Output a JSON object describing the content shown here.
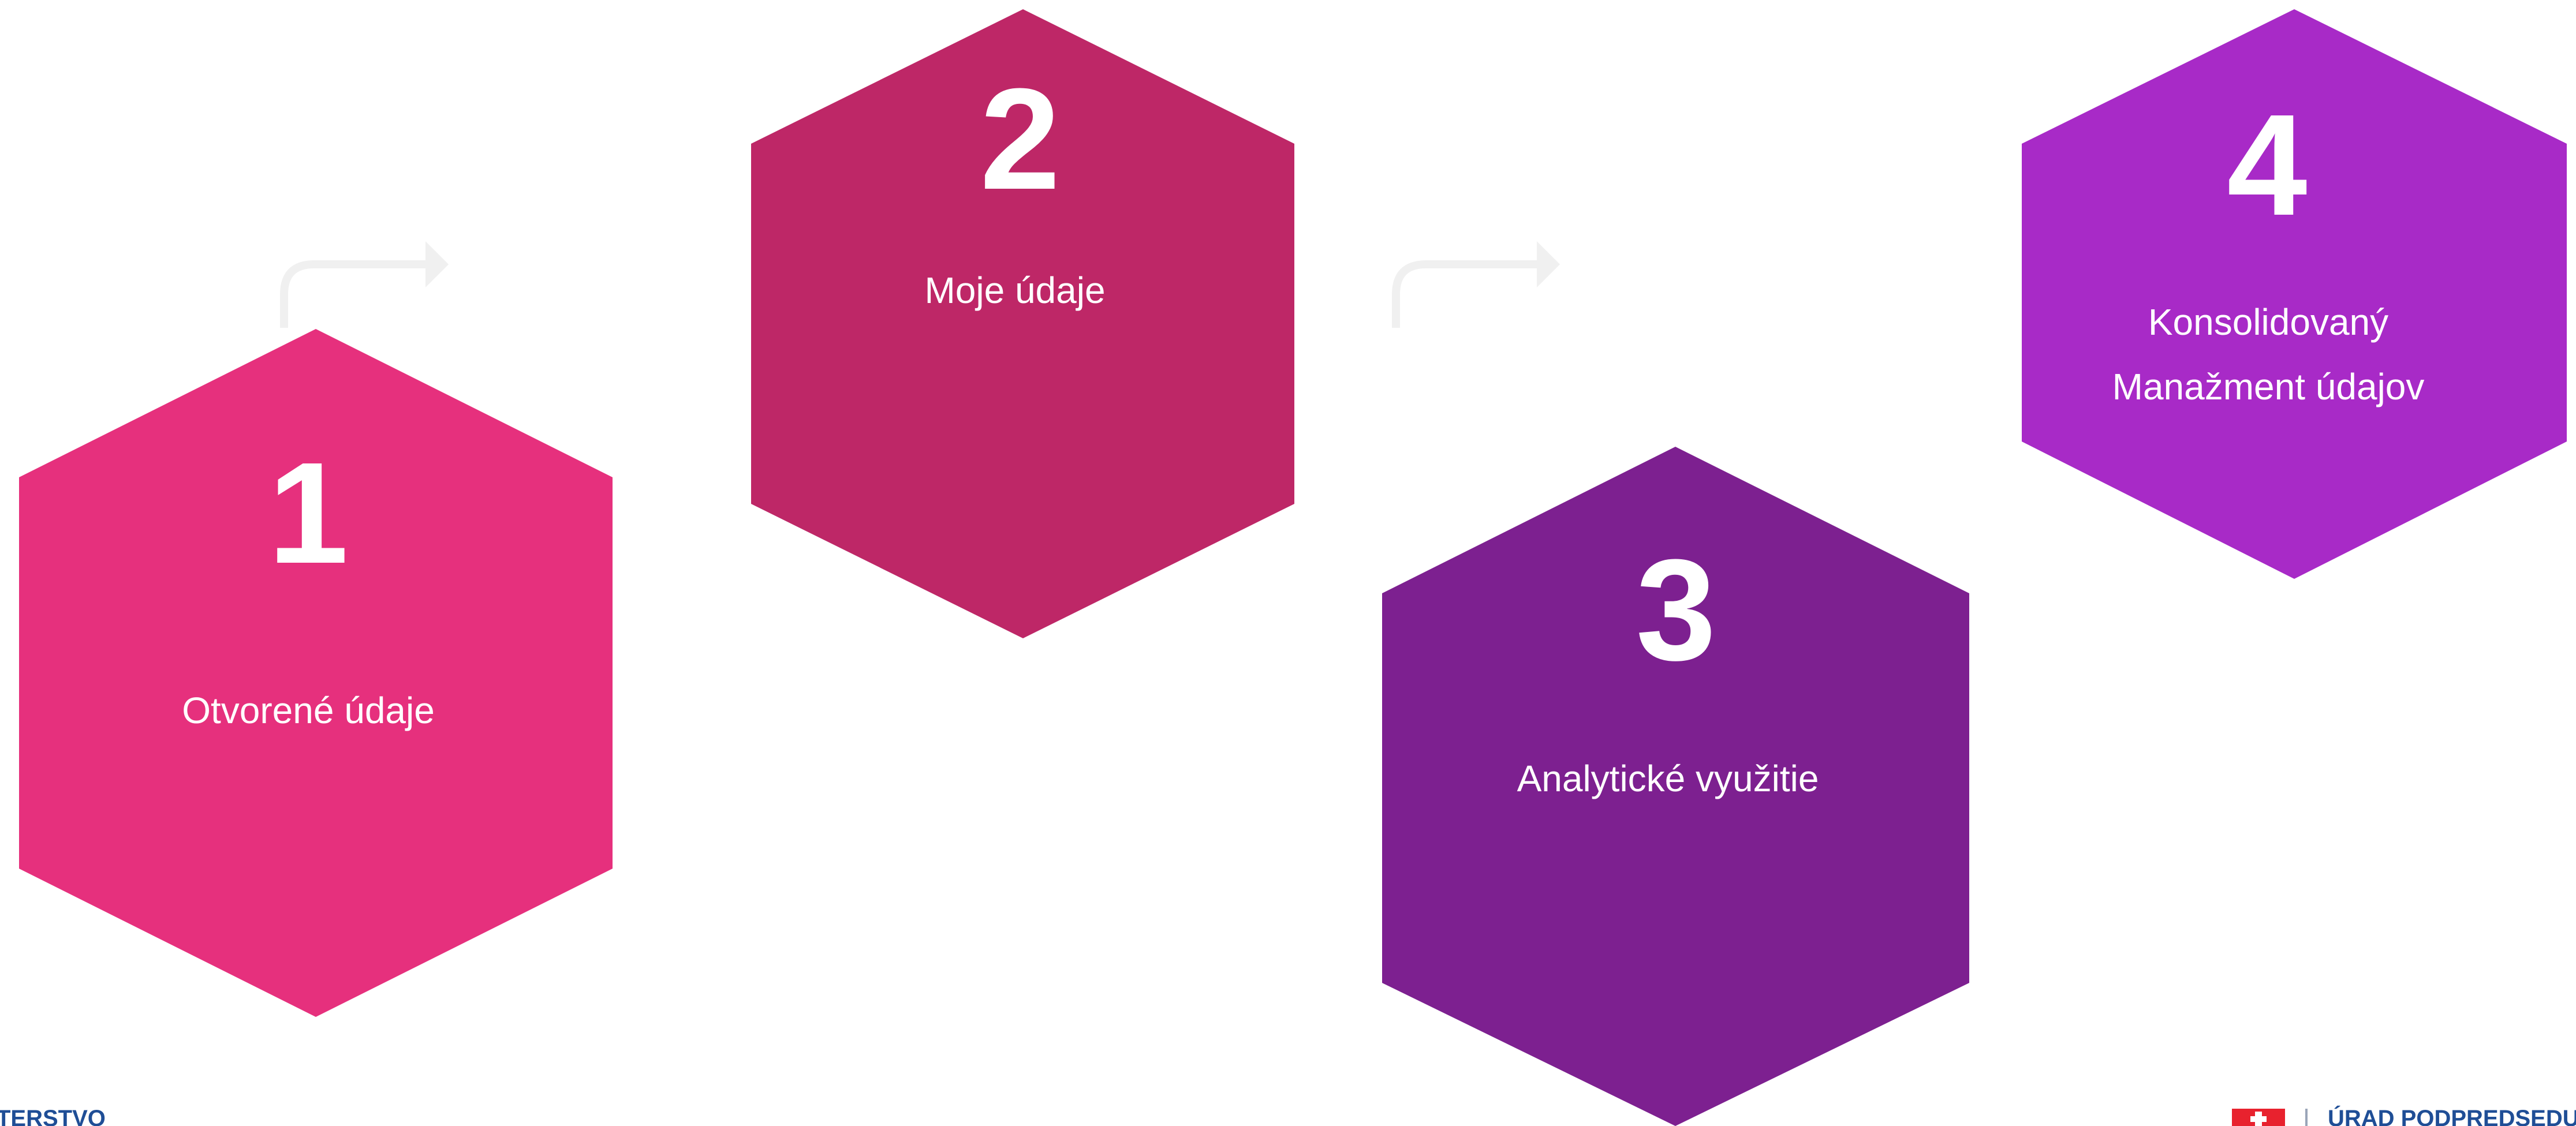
{
  "colors": {
    "background": "#ffffff",
    "text": "#ffffff",
    "arrow": "#f0f0f0",
    "footer_text": "#1f4e96",
    "flag_red": "#e8222e"
  },
  "steps": [
    {
      "number": "1",
      "label_lines": [
        "Otvorené údaje"
      ],
      "color": "#e6307d"
    },
    {
      "number": "2",
      "label_lines": [
        "Moje údaje"
      ],
      "color": "#be2767"
    },
    {
      "number": "3",
      "label_lines": [
        "Analytické využitie"
      ],
      "color": "#7d2090"
    },
    {
      "number": "4",
      "label_lines": [
        "Konsolidovaný",
        "Manažment údajov"
      ],
      "color": "#a82ac7"
    }
  ],
  "footer": {
    "left_text": "TERSTVO",
    "right_text": "ÚRAD PODPREDSEDU V"
  }
}
